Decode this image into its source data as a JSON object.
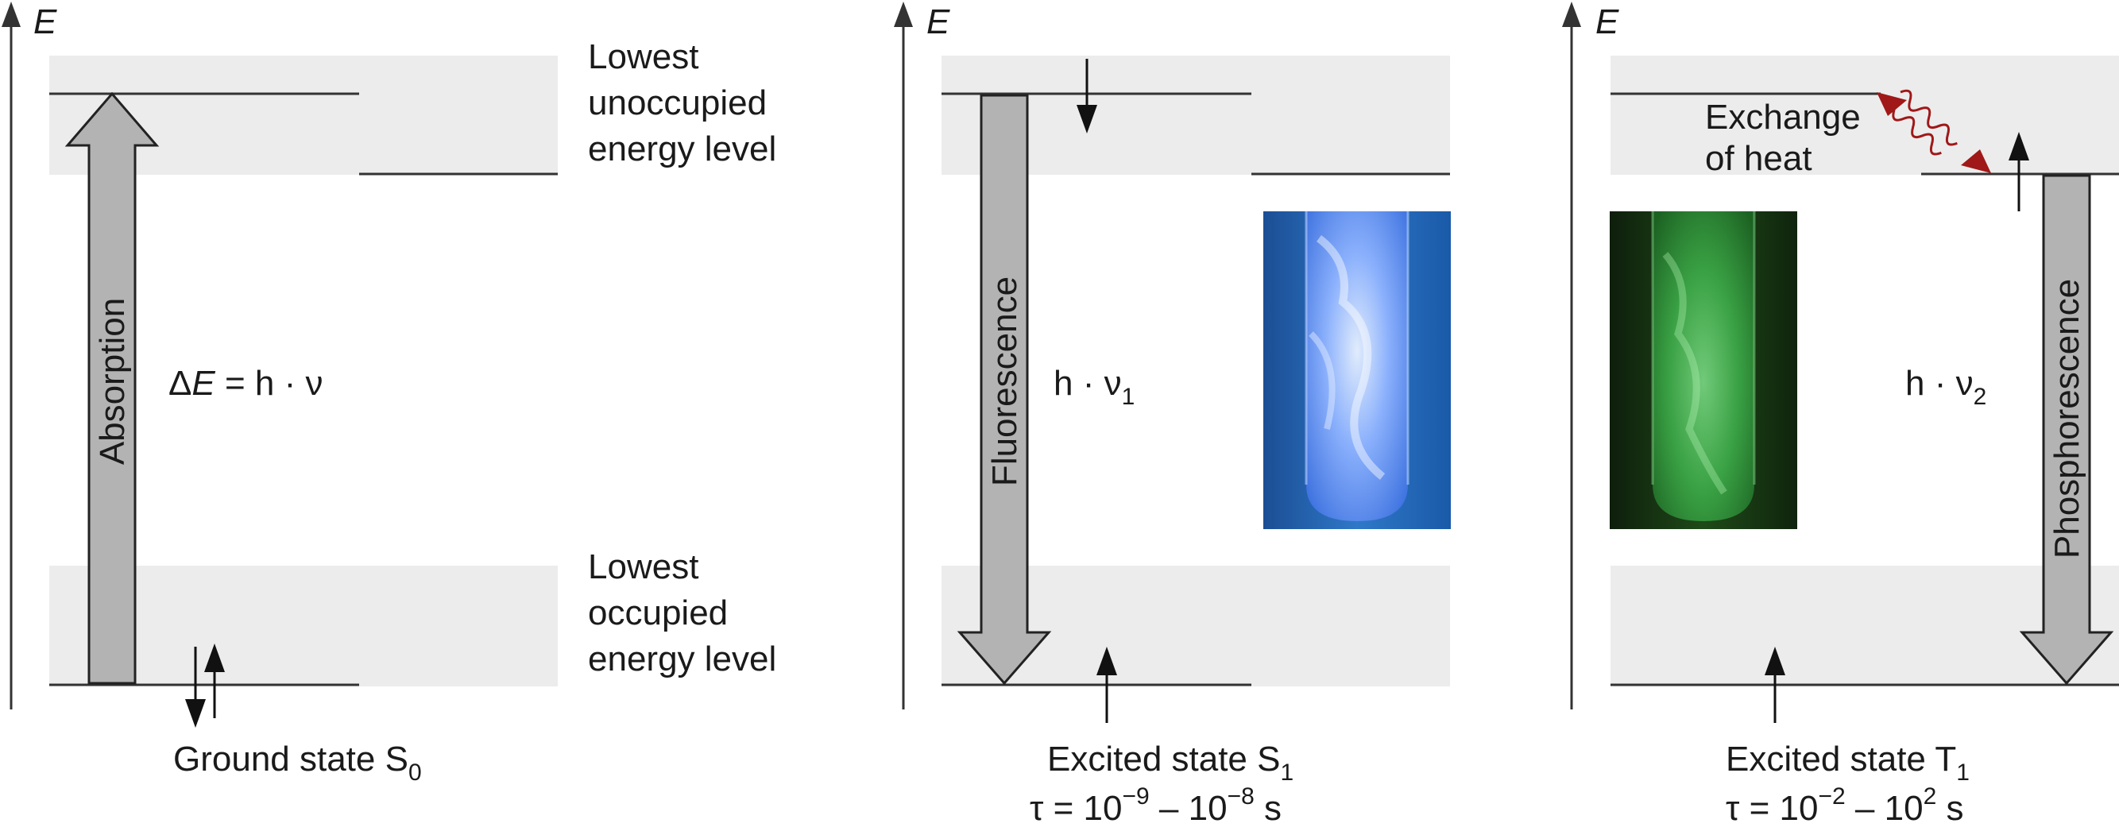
{
  "axis_label": "E",
  "panels": {
    "ground": {
      "arrow_label": "Absorption",
      "energy": {
        "delta": "Δ",
        "E": "E",
        "rest": " = h · ν"
      },
      "state_label": {
        "main": "Ground state S",
        "sub": "0"
      }
    },
    "fluorescence": {
      "arrow_label": "Fluorescence",
      "energy": {
        "main": "h · ν",
        "sub": "1"
      },
      "state_label": {
        "main": "Excited state S",
        "sub": "1"
      },
      "lifetime": {
        "a": "τ = 10",
        "exp1": "−9",
        "b": " – 10",
        "exp2": "−8",
        "c": " s"
      }
    },
    "phosphorescence": {
      "arrow_label": "Phosphorescence",
      "energy": {
        "main": "h · ν",
        "sub": "2"
      },
      "heat_label": [
        "Exchange",
        "of heat"
      ],
      "state_label": {
        "main": "Excited state T",
        "sub": "1"
      },
      "lifetime": {
        "a": "τ = 10",
        "exp1": "−2",
        "b": " – 10",
        "exp2": "2",
        "c": " s"
      }
    }
  },
  "level_labels": {
    "lumo": [
      "Lowest",
      "unoccupied",
      "energy level"
    ],
    "homo": [
      "Lowest",
      "occupied",
      "energy level"
    ]
  },
  "colors": {
    "band": "#ececec",
    "arrow_fill": "#b3b3b3",
    "line": "#333333",
    "heat_arrow": "#a01818",
    "fluor_photo": "#1f5fb0",
    "phos_photo": "#1c3a14"
  }
}
